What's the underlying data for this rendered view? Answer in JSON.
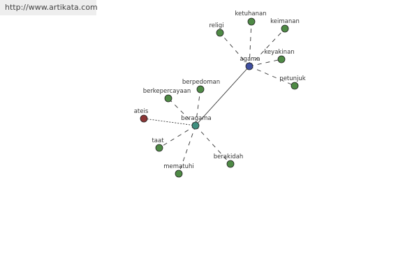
{
  "source": {
    "url": "http://www.artikata.com"
  },
  "colors": {
    "hub_primary": "#3f4fa0",
    "hub_secondary": "#3f8f7f",
    "related": "#4e8a45",
    "antonym": "#8b3535",
    "edge": "#333333"
  },
  "graph": {
    "nodes": [
      {
        "id": "agama",
        "label": "agama",
        "kind": "hub_primary"
      },
      {
        "id": "beragama",
        "label": "beragama",
        "kind": "hub_secondary"
      },
      {
        "id": "ketuhanan",
        "label": "ketuhanan",
        "kind": "related"
      },
      {
        "id": "keimanan",
        "label": "keimanan",
        "kind": "related"
      },
      {
        "id": "religi",
        "label": "religi",
        "kind": "related"
      },
      {
        "id": "keyakinan",
        "label": "keyakinan",
        "kind": "related"
      },
      {
        "id": "petunjuk",
        "label": "petunjuk",
        "kind": "related"
      },
      {
        "id": "berpedoman",
        "label": "berpedoman",
        "kind": "related"
      },
      {
        "id": "berkepercayaan",
        "label": "berkepercayaan",
        "kind": "related"
      },
      {
        "id": "ateis",
        "label": "ateis",
        "kind": "antonym"
      },
      {
        "id": "taat",
        "label": "taat",
        "kind": "related"
      },
      {
        "id": "mematuhi",
        "label": "mematuhi",
        "kind": "related"
      },
      {
        "id": "berakidah",
        "label": "berakidah",
        "kind": "related"
      }
    ],
    "edges": [
      {
        "from": "agama",
        "to": "beragama",
        "style": "solid"
      },
      {
        "from": "agama",
        "to": "ketuhanan",
        "style": "dashed"
      },
      {
        "from": "agama",
        "to": "keimanan",
        "style": "dashed"
      },
      {
        "from": "agama",
        "to": "religi",
        "style": "dashed"
      },
      {
        "from": "agama",
        "to": "keyakinan",
        "style": "dashed"
      },
      {
        "from": "agama",
        "to": "petunjuk",
        "style": "dashed"
      },
      {
        "from": "beragama",
        "to": "berpedoman",
        "style": "dashed"
      },
      {
        "from": "beragama",
        "to": "berkepercayaan",
        "style": "dashed"
      },
      {
        "from": "beragama",
        "to": "ateis",
        "style": "dotted"
      },
      {
        "from": "beragama",
        "to": "taat",
        "style": "dashed"
      },
      {
        "from": "beragama",
        "to": "mematuhi",
        "style": "dashed"
      },
      {
        "from": "beragama",
        "to": "berakidah",
        "style": "dashed"
      }
    ]
  }
}
